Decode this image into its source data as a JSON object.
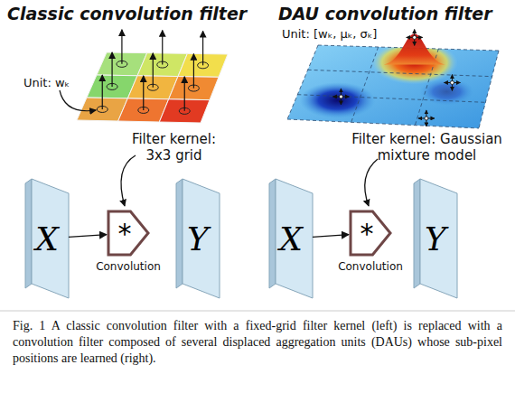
{
  "diagram": {
    "caption": "Fig. 1 A classic convolution filter with a fixed-grid filter kernel (left) is replaced with a convolution filter composed of several displaced aggregation units (DAUs) whose sub-pixel positions are learned (right).",
    "nodes": [
      {
        "text": [
          "X"
        ]
      },
      {
        "text": [
          "*",
          "Convolution"
        ]
      },
      {
        "text": [
          "Y"
        ]
      },
      {
        "text": [
          "X"
        ]
      },
      {
        "text": [
          "*",
          "Convolution"
        ]
      },
      {
        "text": [
          "Y"
        ]
      }
    ],
    "edges": [
      {
        "from": 0,
        "to": 1,
        "arrow": "to"
      },
      {
        "from": 3,
        "to": 4,
        "arrow": "to"
      }
    ],
    "labels": [
      "Classic convolution filter",
      "DAU convolution filter",
      "Unit: wₖ",
      "Filter kernel: 3x3 grid",
      "Unit: [wₖ, μₖ, σₖ]",
      "Filter kernel: Gaussian mixture model"
    ]
  }
}
